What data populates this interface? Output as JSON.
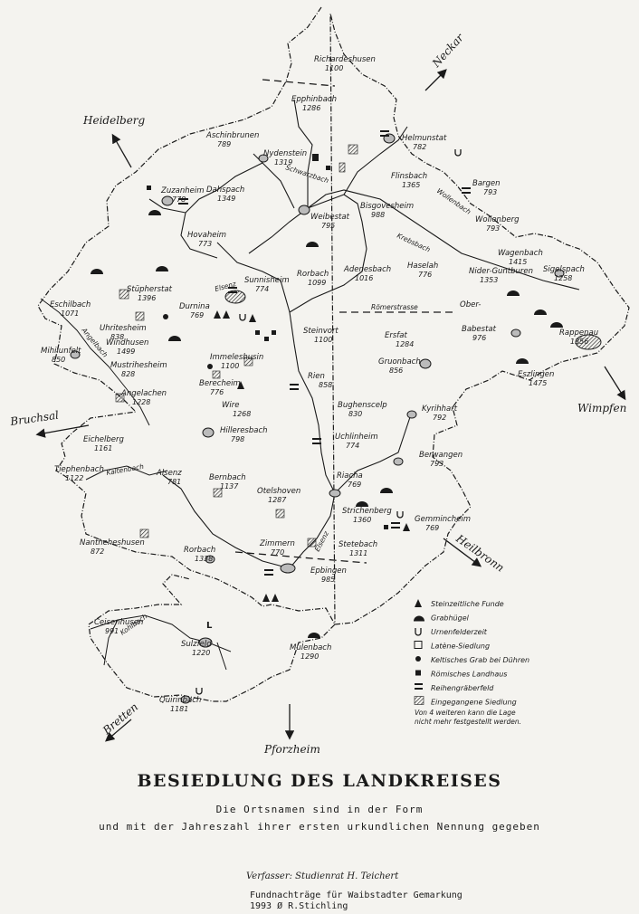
{
  "directions": {
    "neckar": "Neckar",
    "heidelberg": "Heidelberg",
    "wimpfen": "Wimpfen",
    "bruchsal": "Bruchsal",
    "heilbronn": "Heilbronn",
    "bretten": "Bretten",
    "pforzheim": "Pforzheim"
  },
  "places": [
    {
      "name": "Richardeshusen",
      "year": "1100"
    },
    {
      "name": "Epphinbach",
      "year": "1286"
    },
    {
      "name": "Helmunstat",
      "year": "782"
    },
    {
      "name": "Aschinbrunen",
      "year": "789"
    },
    {
      "name": "Nydenstein",
      "year": "1319"
    },
    {
      "name": "Zuzanheim",
      "year": "778"
    },
    {
      "name": "Flinsbach",
      "year": "1365"
    },
    {
      "name": "Bargen",
      "year": "793"
    },
    {
      "name": "Dahspach",
      "year": "1349"
    },
    {
      "name": "Weibestat",
      "year": "795"
    },
    {
      "name": "Bisgovesheim",
      "year": "988"
    },
    {
      "name": "Wollenberg",
      "year": "793"
    },
    {
      "name": "Hovaheim",
      "year": "773"
    },
    {
      "name": "Wagenbach",
      "year": "1415"
    },
    {
      "name": "Sigelspach",
      "year": "1258"
    },
    {
      "name": "Adenesbach",
      "year": "1016"
    },
    {
      "name": "Haselah",
      "year": "776"
    },
    {
      "name": "Nider-Guntburen",
      "year": "1353"
    },
    {
      "name": "Sunnisheim",
      "year": "774"
    },
    {
      "name": "Rorbach",
      "year": "1099"
    },
    {
      "name": "Ober-",
      "year": ""
    },
    {
      "name": "Eschilbach",
      "year": "1071"
    },
    {
      "name": "Stüpherstat",
      "year": "1396"
    },
    {
      "name": "Durnina",
      "year": "769"
    },
    {
      "name": "Uhritesheim",
      "year": "838"
    },
    {
      "name": "Steinvort",
      "year": "1100"
    },
    {
      "name": "Windhusen",
      "year": "1499"
    },
    {
      "name": "Ersfat",
      "year": "1284"
    },
    {
      "name": "Babestat",
      "year": "976"
    },
    {
      "name": "Rappenau",
      "year": "1356"
    },
    {
      "name": "Mihilunfelt",
      "year": "850"
    },
    {
      "name": "Immeleshusin",
      "year": "1100"
    },
    {
      "name": "Mustrihesheim",
      "year": "828"
    },
    {
      "name": "Gruonbach",
      "year": "856"
    },
    {
      "name": "Eszlingen",
      "year": "1475"
    },
    {
      "name": "Berecheim",
      "year": "776"
    },
    {
      "name": "Rien",
      "year": "858"
    },
    {
      "name": "Angelachen",
      "year": "1228"
    },
    {
      "name": "Wire",
      "year": "1268"
    },
    {
      "name": "Bughenscelp",
      "year": "830"
    },
    {
      "name": "Kyrihhart",
      "year": "792"
    },
    {
      "name": "Hilleresbach",
      "year": "798"
    },
    {
      "name": "Uchlinheim",
      "year": "774"
    },
    {
      "name": "Eichelberg",
      "year": "1161"
    },
    {
      "name": "Berwangen",
      "year": "793"
    },
    {
      "name": "Tiephenbach",
      "year": "1122"
    },
    {
      "name": "Alsenz",
      "year": "781"
    },
    {
      "name": "Bernbach",
      "year": "1137"
    },
    {
      "name": "Otelshoven",
      "year": "1287"
    },
    {
      "name": "Riacha",
      "year": "769"
    },
    {
      "name": "Strichenberg",
      "year": "1360"
    },
    {
      "name": "Gemmincheim",
      "year": "769"
    },
    {
      "name": "Nantheheshusen",
      "year": "872"
    },
    {
      "name": "Zimmern",
      "year": "770"
    },
    {
      "name": "Stetebach",
      "year": "1311"
    },
    {
      "name": "Rorbach",
      "year": "1338"
    },
    {
      "name": "Epbingen",
      "year": "985"
    },
    {
      "name": "Ceisenhusen",
      "year": "991"
    },
    {
      "name": "Sulzfeld",
      "year": "1220"
    },
    {
      "name": "Mulenbach",
      "year": "1290"
    },
    {
      "name": "Quirinbach",
      "year": "1181"
    }
  ],
  "roads": {
    "roemerstrasse": "Römerstrasse",
    "schwarzbach": "Schwarzbach",
    "elsenz_north": "Elsenz",
    "elsenz_south": "Elsenz",
    "angelbach": "Angelbach",
    "krebsbach": "Krebsbach",
    "kaltenbach": "Kaltenbach",
    "kohlbach": "Kohlbach",
    "wollenbach": "Wollenbach"
  },
  "legend": [
    {
      "symbol": "triangle-icon",
      "label": "Steinzeitliche Funde"
    },
    {
      "symbol": "halfcircle-icon",
      "label": "Grabhügel"
    },
    {
      "symbol": "u-icon",
      "label": "Urnenfelderzeit"
    },
    {
      "symbol": "latene-icon",
      "label": "Latène-Siedlung"
    },
    {
      "symbol": "dot-icon",
      "label": "Keltisches Grab bei Dühren"
    },
    {
      "symbol": "square-icon",
      "label": "Römisches Landhaus"
    },
    {
      "symbol": "bars-icon",
      "label": "Reihengräberfeld"
    },
    {
      "symbol": "hatched-icon",
      "label": "Eingegangene Siedlung"
    }
  ],
  "legend_note": {
    "line1": "Von 4 weiteren kann die Lage",
    "line2": "nicht mehr festgestellt werden."
  },
  "title": "BESIEDLUNG DES LANDKREISES",
  "subtitle_line1": "Die Ortsnamen sind in der Form",
  "subtitle_line2": "und mit der Jahreszahl ihrer ersten urkundlichen Nennung gegeben",
  "author": "Verfasser: Studienrat H. Teichert",
  "addendum_line1": "Fundnachträge für Waibstadter Gemarkung",
  "addendum_line2": "1993 Ø R.Stichling"
}
